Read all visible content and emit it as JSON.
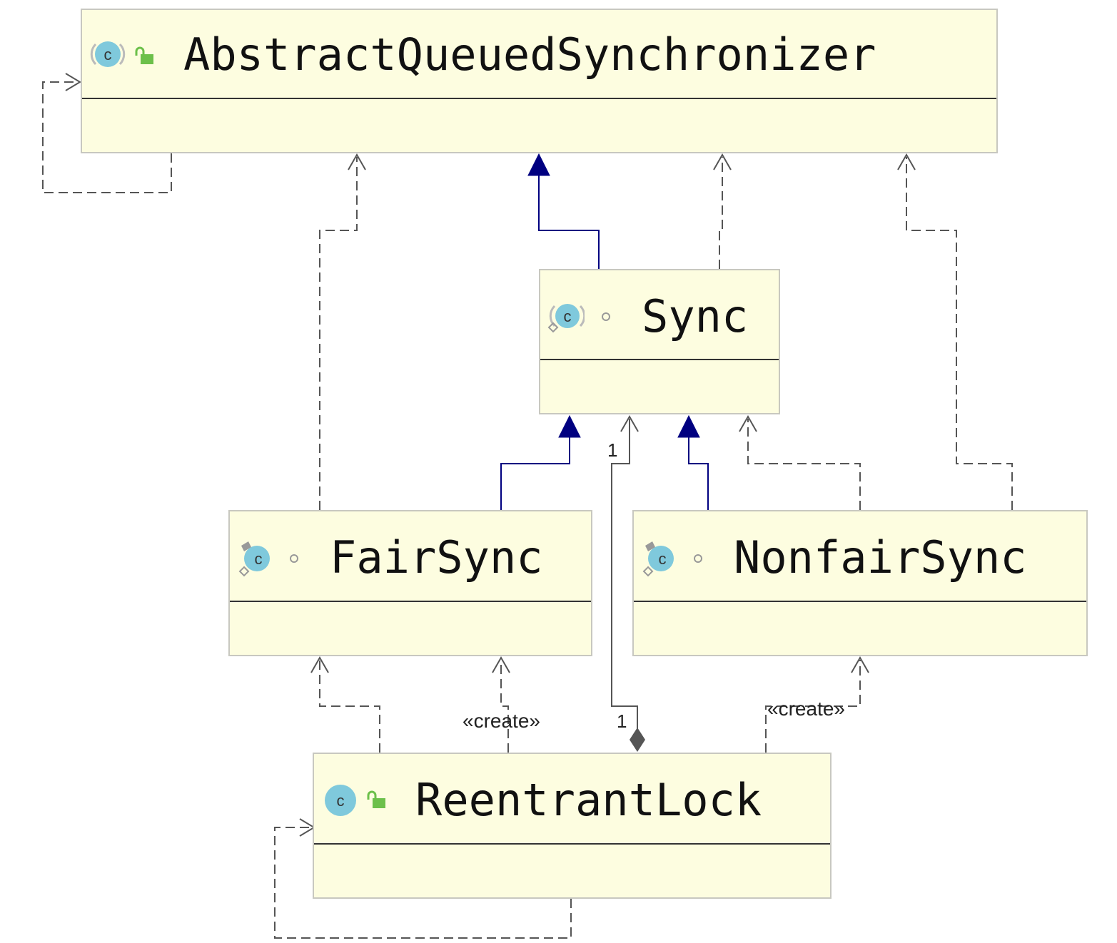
{
  "diagram": {
    "classes": {
      "aqs": {
        "name": "AbstractQueuedSynchronizer",
        "kind": "abstract-class",
        "visibility": "public"
      },
      "sync": {
        "name": "Sync",
        "kind": "abstract-static-class",
        "visibility": "package-private"
      },
      "fair": {
        "name": "FairSync",
        "kind": "static-class",
        "visibility": "package-private"
      },
      "nonfair": {
        "name": "NonfairSync",
        "kind": "static-class",
        "visibility": "package-private"
      },
      "lock": {
        "name": "ReentrantLock",
        "kind": "class",
        "visibility": "public"
      }
    },
    "relations": [
      {
        "from": "sync",
        "to": "aqs",
        "type": "extends"
      },
      {
        "from": "fair",
        "to": "sync",
        "type": "extends"
      },
      {
        "from": "nonfair",
        "to": "sync",
        "type": "extends"
      },
      {
        "from": "fair",
        "to": "aqs",
        "type": "dependency"
      },
      {
        "from": "nonfair",
        "to": "aqs",
        "type": "dependency"
      },
      {
        "from": "nonfair",
        "to": "sync",
        "type": "dependency"
      },
      {
        "from": "sync",
        "to": "aqs",
        "type": "dependency"
      },
      {
        "from": "aqs",
        "to": "aqs",
        "type": "dependency"
      },
      {
        "from": "lock",
        "to": "lock",
        "type": "dependency"
      },
      {
        "from": "lock",
        "to": "fair",
        "type": "dependency"
      },
      {
        "from": "lock",
        "to": "fair",
        "type": "create",
        "label": "«create»"
      },
      {
        "from": "lock",
        "to": "nonfair",
        "type": "create",
        "label": "«create»"
      },
      {
        "from": "lock",
        "to": "sync",
        "type": "composition",
        "source_multiplicity": "1",
        "target_multiplicity": "1"
      }
    ],
    "labels": {
      "create_fair": "«create»",
      "create_nonfair": "«create»",
      "mult_sync_end": "1",
      "mult_lock_end": "1"
    },
    "colors": {
      "box_fill": "#fdfde0",
      "box_border": "#c8c8c0",
      "extends_line": "#000080",
      "dependency_line": "#555555",
      "class_icon": "#7fc9dc",
      "public_icon": "#6cc04a"
    },
    "icons": {
      "class_icon": "class-c-icon",
      "public_icon": "public-lock-icon",
      "package_icon": "package-private-icon",
      "abstract_marker": "abstract-icon",
      "static_marker": "static-pin-icon"
    }
  }
}
